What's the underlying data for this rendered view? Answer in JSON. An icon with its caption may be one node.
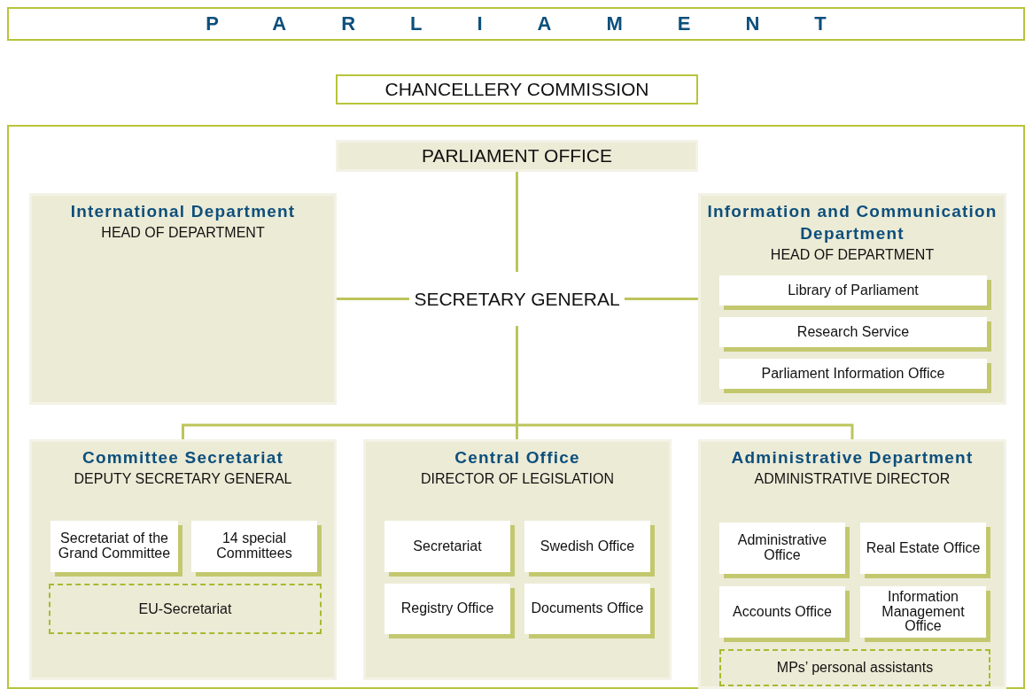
{
  "diagram": {
    "nodes": [
      {
        "text": [
          "PARLIAMENT"
        ]
      },
      {
        "text": [
          "CHANCELLERY COMMISSION"
        ]
      },
      {
        "text": [],
        "shape": "box"
      },
      {
        "text": [
          "PARLIAMENT OFFICE"
        ],
        "in": 2
      },
      {
        "text": [
          "International Department",
          "HEAD OF DEPARTMENT"
        ],
        "in": 2
      },
      {
        "text": [
          "SECRETARY GENERAL"
        ],
        "in": 2
      },
      {
        "text": [
          "Information and Communication Department",
          "HEAD OF DEPARTMENT"
        ],
        "in": 2
      },
      {
        "text": [
          "Library of Parliament"
        ],
        "in": 6
      },
      {
        "text": [
          "Research Service"
        ],
        "in": 6
      },
      {
        "text": [
          "Parliament Information Office"
        ],
        "in": 6
      },
      {
        "text": [
          "Committee Secretariat",
          "DEPUTY SECRETARY GENERAL"
        ],
        "in": 2
      },
      {
        "text": [
          "Secretariat of the Grand Committee"
        ],
        "in": 10
      },
      {
        "text": [
          "14 special Committees"
        ],
        "in": 10
      },
      {
        "text": [
          "EU-Secretariat"
        ],
        "in": 10
      },
      {
        "text": [
          "Central Office",
          "DIRECTOR OF LEGISLATION"
        ],
        "in": 2
      },
      {
        "text": [
          "Secretariat"
        ],
        "in": 14
      },
      {
        "text": [
          "Swedish Office"
        ],
        "in": 14
      },
      {
        "text": [
          "Registry Office"
        ],
        "in": 14
      },
      {
        "text": [
          "Documents Office"
        ],
        "in": 14
      },
      {
        "text": [
          "Administrative Department",
          "ADMINISTRATIVE DIRECTOR"
        ],
        "in": 2
      },
      {
        "text": [
          "Administrative Office"
        ],
        "in": 19
      },
      {
        "text": [
          "Real Estate Office"
        ],
        "in": 19
      },
      {
        "text": [
          "Accounts Office"
        ],
        "in": 19
      },
      {
        "text": [
          "Information Management Office"
        ],
        "in": 19
      },
      {
        "text": [
          "MPs’ personal assistants"
        ],
        "in": 19
      }
    ],
    "edges": [
      {
        "from": 3,
        "to": 5,
        "arrow": "none"
      },
      {
        "from": 5,
        "to": 4,
        "arrow": "none"
      },
      {
        "from": 5,
        "to": 6,
        "arrow": "none"
      },
      {
        "from": 5,
        "to": 10,
        "arrow": "none"
      },
      {
        "from": 5,
        "to": 14,
        "arrow": "none"
      },
      {
        "from": 5,
        "to": 19,
        "arrow": "none"
      }
    ]
  }
}
